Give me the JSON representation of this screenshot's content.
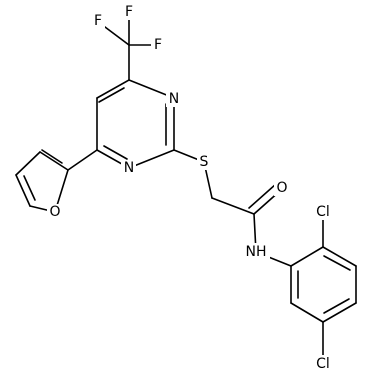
{
  "structure": {
    "atoms": {
      "F_left": "F",
      "F_top": "F",
      "F_right": "F",
      "N_pyr_top": "N",
      "N_pyr_bottom": "N",
      "O_furan": "O",
      "S_thio": "S",
      "O_carbonyl": "O",
      "N_amide": "NH",
      "Cl_top": "Cl",
      "Cl_bottom": "Cl"
    }
  }
}
